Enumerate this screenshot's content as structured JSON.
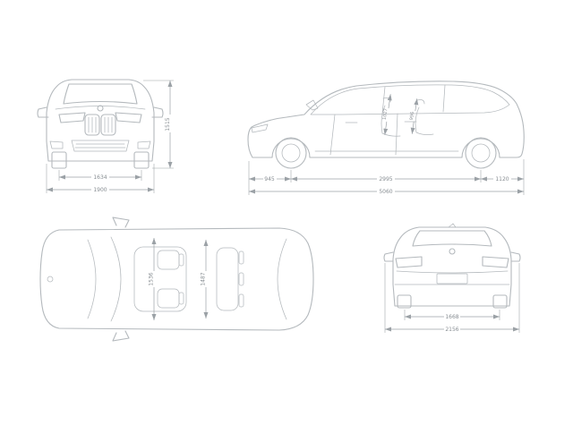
{
  "colors": {
    "line": "#b4b9bd",
    "dim": "#9ba1a6",
    "text": "#878d92",
    "background": "#ffffff"
  },
  "views": {
    "front": {
      "track": "1634",
      "width": "1900",
      "height": "1515"
    },
    "side": {
      "front_overhang": "945",
      "wheelbase": "2995",
      "rear_overhang": "1120",
      "length": "5060",
      "headroom_front": "1027",
      "headroom_rear": "996"
    },
    "top": {
      "interior_width_front": "1536",
      "interior_width_rear": "1487"
    },
    "rear": {
      "track": "1668",
      "width_incl_mirrors": "2156"
    }
  }
}
